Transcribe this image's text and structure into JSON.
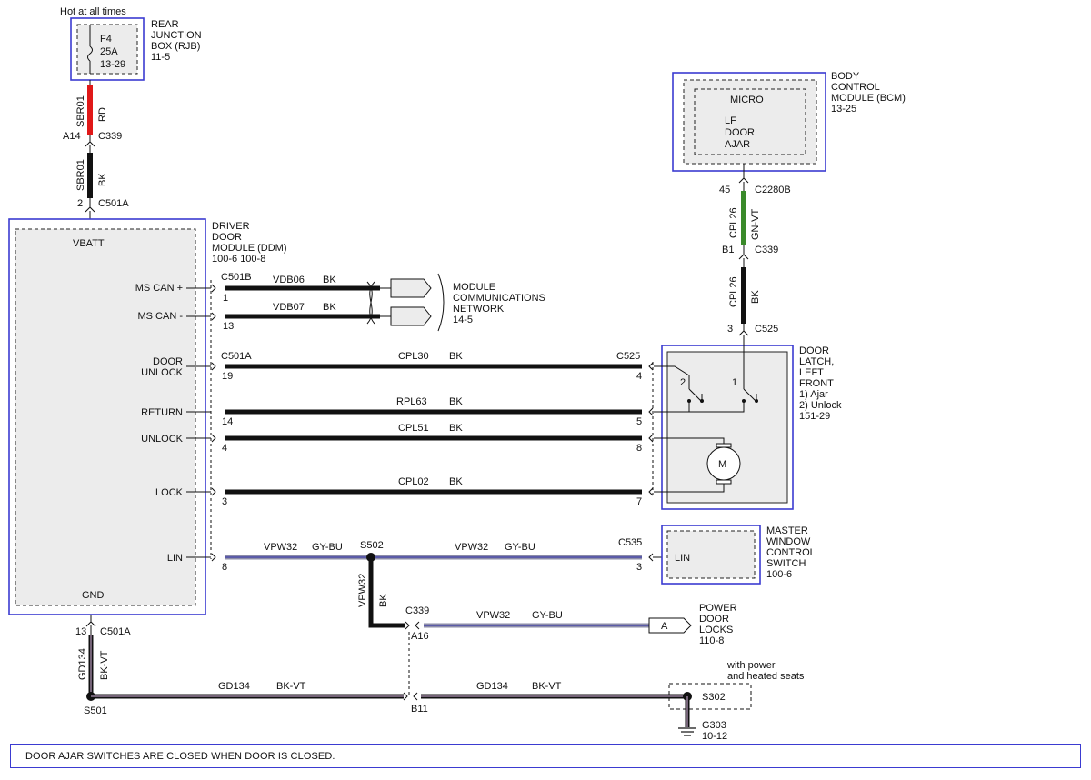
{
  "rjb": {
    "header": "Hot at all times",
    "fuse": "F4",
    "rating": "25A",
    "ref": "13-29",
    "name_lines": [
      "REAR",
      "JUNCTION",
      "BOX (RJB)",
      "11-5"
    ]
  },
  "bcm": {
    "micro": "MICRO",
    "input_lines": [
      "LF",
      "DOOR",
      "AJAR"
    ],
    "name_lines": [
      "BODY",
      "CONTROL",
      "MODULE (BCM)",
      "13-25"
    ]
  },
  "ddm": {
    "name_lines": [
      "DRIVER",
      "DOOR",
      "MODULE (DDM)",
      "100-6  100-8"
    ],
    "vbatt": "VBATT",
    "gnd": "GND",
    "pins": [
      {
        "label": "MS CAN +"
      },
      {
        "label": "MS CAN -"
      },
      {
        "label_lines": [
          "DOOR",
          "UNLOCK"
        ]
      },
      {
        "label": "RETURN"
      },
      {
        "label": "UNLOCK"
      },
      {
        "label": "LOCK"
      },
      {
        "label": "LIN"
      }
    ]
  },
  "fuse_wires": {
    "top_circuit": "SBR01",
    "top_color": "RD",
    "pin_a": "A14",
    "conn_a": "C339",
    "bottom_circuit": "SBR01",
    "bottom_color": "BK",
    "pin_b": "2",
    "conn_b": "C501A"
  },
  "bcm_wires": {
    "pin_top": "45",
    "conn_top": "C2280B",
    "top_circuit": "CPL26",
    "top_color": "GN-VT",
    "pin_mid": "B1",
    "conn_mid": "C339",
    "bottom_circuit": "CPL26",
    "bottom_color": "BK",
    "pin_bottom": "3",
    "conn_bottom": "C525"
  },
  "can": {
    "connector": "C501B",
    "wires": [
      {
        "pin": "1",
        "circuit": "VDB06",
        "color": "BK"
      },
      {
        "pin": "13",
        "circuit": "VDB07",
        "color": "BK"
      }
    ],
    "network_lines": [
      "MODULE",
      "COMMUNICATIONS",
      "NETWORK",
      "14-5"
    ]
  },
  "latch_wires": {
    "ddm_connector": "C501A",
    "latch_connector": "C525",
    "wires": [
      {
        "ddm_pin": "19",
        "circuit": "CPL30",
        "color": "BK",
        "latch_pin": "4"
      },
      {
        "ddm_pin": "14",
        "circuit": "RPL63",
        "color": "BK",
        "latch_pin": "5"
      },
      {
        "ddm_pin": "4",
        "circuit": "CPL51",
        "color": "BK",
        "latch_pin": "8"
      },
      {
        "ddm_pin": "3",
        "circuit": "CPL02",
        "color": "BK",
        "latch_pin": "7"
      }
    ]
  },
  "latch": {
    "name_lines": [
      "DOOR",
      "LATCH,",
      "LEFT",
      "FRONT",
      "1) Ajar",
      "2) Unlock",
      "151-29"
    ],
    "switch_1": "1",
    "switch_2": "2",
    "motor": "M"
  },
  "lin": {
    "ddm_pin": "8",
    "circuit": "VPW32",
    "color": "GY-BU",
    "splice": "S502",
    "circuit2": "VPW32",
    "color2": "GY-BU",
    "switch_connector": "C535",
    "switch_pin": "3",
    "switch_label": "LIN",
    "switch_name_lines": [
      "MASTER",
      "WINDOW",
      "CONTROL",
      "SWITCH",
      "100-6"
    ],
    "branch_circuit": "VPW32",
    "branch_color": "BK",
    "branch_conn": "C339",
    "branch_pin": "A16",
    "pdl_circuit": "VPW32",
    "pdl_color": "GY-BU",
    "pdl_tag": "A",
    "pdl_name_lines": [
      "POWER",
      "DOOR",
      "LOCKS",
      "110-8"
    ]
  },
  "ground": {
    "ddm_pin": "13",
    "ddm_conn": "C501A",
    "vert_circuit": "GD134",
    "vert_color": "BK-VT",
    "splice_left": "S501",
    "h1_circuit": "GD134",
    "h1_color": "BK-VT",
    "pin_b11": "B11",
    "h2_circuit": "GD134",
    "h2_color": "BK-VT",
    "splice_right": "S302",
    "option_lines": [
      "with power",
      "and heated seats"
    ],
    "ground_id": "G303",
    "ground_ref": "10-12"
  },
  "note": "DOOR AJAR SWITCHES ARE CLOSED WHEN DOOR IS CLOSED.",
  "colors": {
    "module_border": "#3b3bd1",
    "module_fill": "#ececec",
    "wire_black": "#111111",
    "wire_red": "#e01818",
    "wire_green": "#3a8a2a",
    "wire_gray_blue": "#8c8ca8",
    "wire_blue": "#2a2aa8",
    "wire_violet": "#d9b8e0"
  }
}
